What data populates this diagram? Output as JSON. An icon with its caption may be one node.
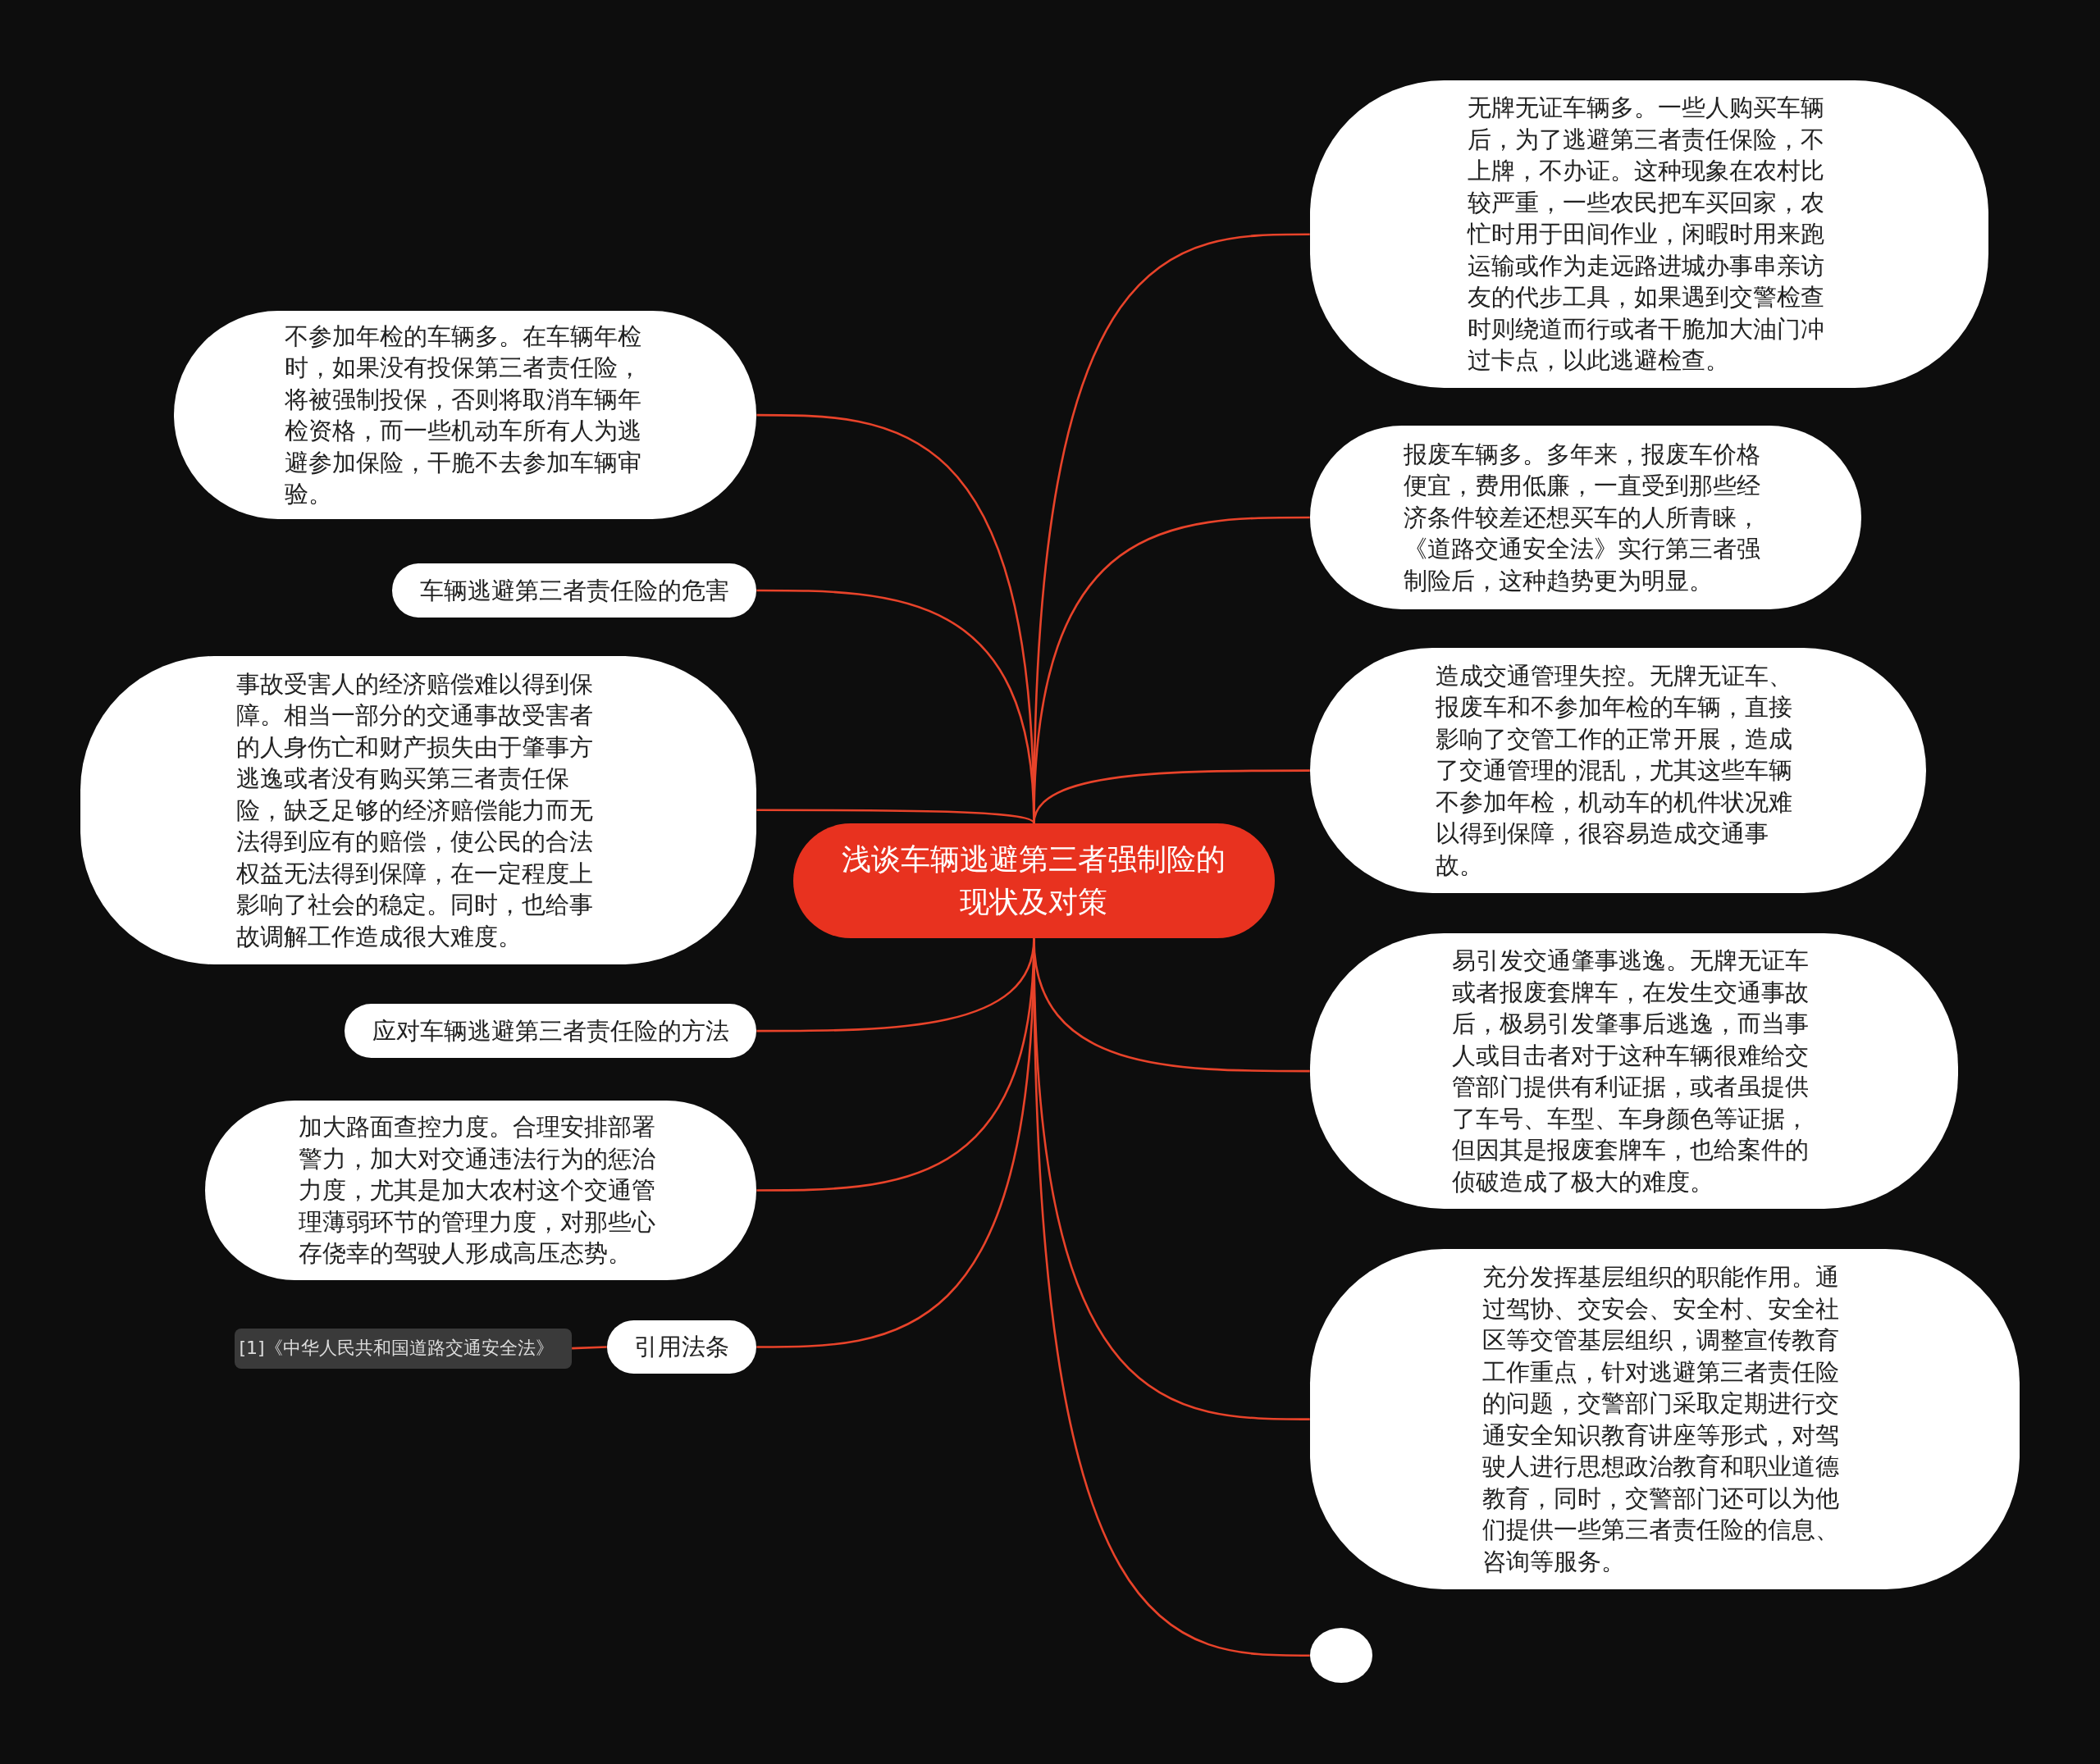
{
  "diagram": {
    "nodes": [
      {
        "text": [
          "浅谈车辆逃避第三者强制险的现状及对策"
        ]
      },
      {
        "text": [
          "不参加年检的车辆多。在车辆年检时，如果没有投保第三者责任险，将被强制投保，否则将取消车辆年检资格，而一些机动车所有人为逃避参加保险，干脆不去参加车辆审验。"
        ]
      },
      {
        "text": [
          "车辆逃避第三者责任险的危害"
        ]
      },
      {
        "text": [
          "事故受害人的经济赔偿难以得到保障。相当一部分的交通事故受害者的人身伤亡和财产损失由于肇事方逃逸或者没有购买第三者责任保险，缺乏足够的经济赔偿能力而无法得到应有的赔偿，使公民的合法权益无法得到保障，在一定程度上影响了社会的稳定。同时，也给事故调解工作造成很大难度。"
        ]
      },
      {
        "text": [
          "应对车辆逃避第三者责任险的方法"
        ]
      },
      {
        "text": [
          "加大路面查控力度。合理安排部署警力，加大对交通违法行为的惩治力度，尤其是加大农村这个交通管理薄弱环节的管理力度，对那些心存侥幸的驾驶人形成高压态势。"
        ]
      },
      {
        "text": [
          "引用法条"
        ]
      },
      {
        "text": [
          "[1]《中华人民共和国道路交通安全法》"
        ]
      },
      {
        "text": [
          "无牌无证车辆多。一些人购买车辆后，为了逃避第三者责任保险，不上牌，不办证。这种现象在农村比较严重，一些农民把车买回家，农忙时用于田间作业，闲暇时用来跑运输或作为走远路进城办事串亲访友的代步工具，如果遇到交警检查时则绕道而行或者干脆加大油门冲过卡点，以此逃避检查。"
        ]
      },
      {
        "text": [
          "报废车辆多。多年来，报废车价格便宜，费用低廉，一直受到那些经济条件较差还想买车的人所青睐，《道路交通安全法》实行第三者强制险后，这种趋势更为明显。"
        ]
      },
      {
        "text": [
          "造成交通管理失控。无牌无证车、报废车和不参加年检的车辆，直接影响了交管工作的正常开展，造成了交通管理的混乱，尤其这些车辆不参加年检，机动车的机件状况难以得到保障，很容易造成交通事故。"
        ]
      },
      {
        "text": [
          "易引发交通肇事逃逸。无牌无证车或者报废套牌车，在发生交通事故后，极易引发肇事后逃逸，而当事人或目击者对于这种车辆很难给交管部门提供有利证据，或者虽提供了车号、车型、车身颜色等证据，但因其是报废套牌车，也给案件的侦破造成了极大的难度。"
        ]
      },
      {
        "text": [
          "充分发挥基层组织的职能作用。通过驾协、交安会、安全村、安全社区等交管基层组织，调整宣传教育工作重点，针对逃避第三者责任险的问题，交警部门采取定期进行交通安全知识教育讲座等形式，对驾驶人进行思想政治教育和职业道德教育，同时，交警部门还可以为他们提供一些第三者责任险的信息、咨询等服务。"
        ]
      },
      {
        "text": [],
        "shape": "circle"
      }
    ],
    "edges": [
      {
        "from": 0,
        "to": 1,
        "arrow": "none"
      },
      {
        "from": 0,
        "to": 2,
        "arrow": "none"
      },
      {
        "from": 0,
        "to": 3,
        "arrow": "none"
      },
      {
        "from": 0,
        "to": 4,
        "arrow": "none"
      },
      {
        "from": 0,
        "to": 5,
        "arrow": "none"
      },
      {
        "from": 0,
        "to": 6,
        "arrow": "none"
      },
      {
        "from": 0,
        "to": 8,
        "arrow": "none"
      },
      {
        "from": 0,
        "to": 9,
        "arrow": "none"
      },
      {
        "from": 0,
        "to": 10,
        "arrow": "none"
      },
      {
        "from": 0,
        "to": 11,
        "arrow": "none"
      },
      {
        "from": 0,
        "to": 12,
        "arrow": "none"
      },
      {
        "from": 0,
        "to": 13,
        "arrow": "none"
      },
      {
        "from": 6,
        "to": 7,
        "arrow": "none"
      }
    ]
  }
}
